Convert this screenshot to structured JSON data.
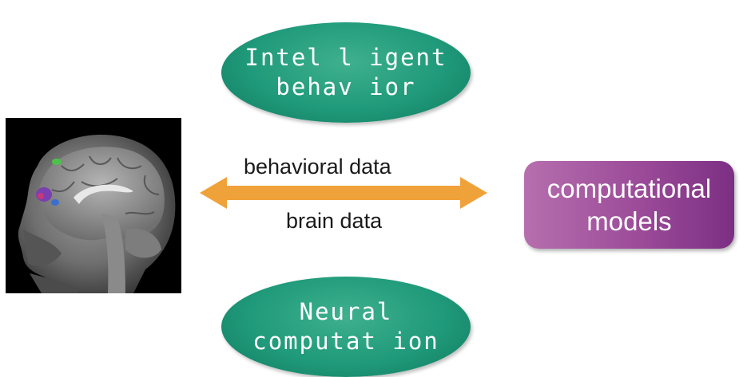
{
  "top_node": {
    "line1": "Intel l igent",
    "line2": "behav ior"
  },
  "bottom_node": {
    "line1": "Neural",
    "line2": "computat ion"
  },
  "model_box": {
    "line1": "computational",
    "line2": "models"
  },
  "arrow": {
    "top_label": "behavioral data",
    "bottom_label": "brain data",
    "color": "#f0a23a"
  },
  "image": {
    "icon": "brain-mri-sagittal-icon"
  },
  "colors": {
    "node_green": "#1f9a7a",
    "model_purple": "#9b4b98"
  }
}
